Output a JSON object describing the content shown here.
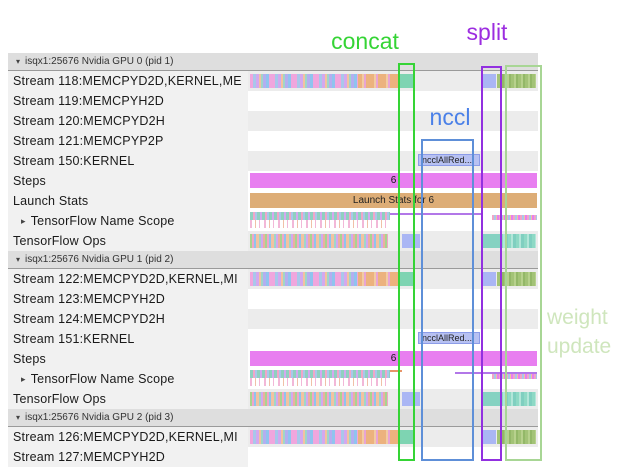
{
  "annotations": {
    "concat": {
      "label": "concat",
      "color": "#35d435"
    },
    "split": {
      "label": "split",
      "color": "#9c2de0"
    },
    "nccl": {
      "label": "nccl",
      "color": "#4a80e8"
    },
    "weight_update": {
      "line1": "weight",
      "line2": "update",
      "color": "#cfe6bd"
    }
  },
  "icons": {
    "expander_expanded": "▾",
    "expander_collapsed": "▸"
  },
  "bars": {
    "steps_label": "6",
    "launch_stats_label": "Launch Stats for 6",
    "nccl_kernel_label": "ncclAllRed...",
    "steps_color": "#e87ef0",
    "launch_stats_color": "#ddad77",
    "nccl_kernel_color": "#b7c1f2"
  },
  "sections": [
    {
      "header": "isqx1:25676 Nvidia GPU 0 (pid 1)",
      "rows": [
        {
          "label": "Stream 118:MEMCPYD2D,KERNEL,ME"
        },
        {
          "label": "Stream 119:MEMCPYH2D"
        },
        {
          "label": "Stream 120:MEMCPYD2H"
        },
        {
          "label": "Stream 121:MEMCPYP2P"
        },
        {
          "label": "Stream 150:KERNEL"
        },
        {
          "label": "Steps"
        },
        {
          "label": "Launch Stats"
        },
        {
          "label": "TensorFlow Name Scope"
        },
        {
          "label": "TensorFlow Ops"
        }
      ]
    },
    {
      "header": "isqx1:25676 Nvidia GPU 1 (pid 2)",
      "rows": [
        {
          "label": "Stream 122:MEMCPYD2D,KERNEL,MI"
        },
        {
          "label": "Stream 123:MEMCPYH2D"
        },
        {
          "label": "Stream 124:MEMCPYD2H"
        },
        {
          "label": "Stream 151:KERNEL"
        },
        {
          "label": "Steps"
        },
        {
          "label": "TensorFlow Name Scope"
        },
        {
          "label": "TensorFlow Ops"
        }
      ]
    },
    {
      "header": "isqx1:25676 Nvidia GPU 2 (pid 3)",
      "rows": [
        {
          "label": "Stream 126:MEMCPYD2D,KERNEL,MI"
        },
        {
          "label": "Stream 127:MEMCPYH2D"
        }
      ]
    }
  ]
}
